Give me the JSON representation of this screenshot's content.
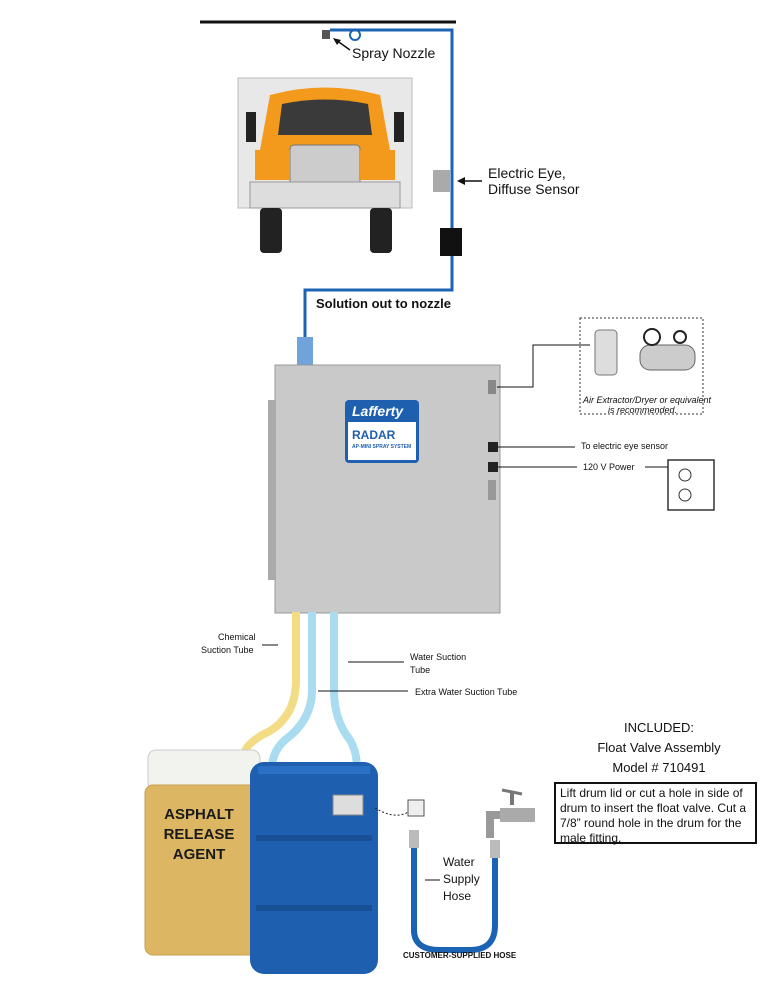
{
  "labels": {
    "spray_nozzle": "Spray Nozzle",
    "electric_eye_line1": "Electric Eye,",
    "electric_eye_line2": "Diffuse Sensor",
    "solution_out": "Solution out to nozzle",
    "air_extractor_line1": "Air Extractor/Dryer or equivalent",
    "air_extractor_line2": "is recommended.",
    "to_electric_eye": "To electric eye sensor",
    "power": "120 V Power",
    "chemical_line1": "Chemical",
    "chemical_line2": "Suction Tube",
    "water_line1": "Water Suction",
    "water_line2": "Tube",
    "extra_water": "Extra Water Suction Tube",
    "hose_line1": "Water",
    "hose_line2": "Supply",
    "hose_line3": "Hose",
    "customer_hose": "CUSTOMER-SUPPLIED HOSE"
  },
  "product_label": {
    "brand": "Lafferty",
    "product": "RADAR",
    "model": "AP-MINI SPRAY SYSTEM"
  },
  "jug": {
    "line1": "ASPHALT",
    "line2": "RELEASE",
    "line3": "AGENT"
  },
  "included": {
    "line1": "INCLUDED:",
    "line2": "Float Valve Assembly",
    "line3": "Model # 710491",
    "note": "Lift drum lid or cut a hole in side of drum to insert the float valve. Cut a 7/8” round hole in the drum for the male fitting."
  },
  "colors": {
    "line_blue": "#1c63b3",
    "drum_blue": "#1f5fb0",
    "tube_yellow": "#f3dc86",
    "tube_blue": "#a9dcef",
    "truck_orange": "#f39a1c"
  }
}
